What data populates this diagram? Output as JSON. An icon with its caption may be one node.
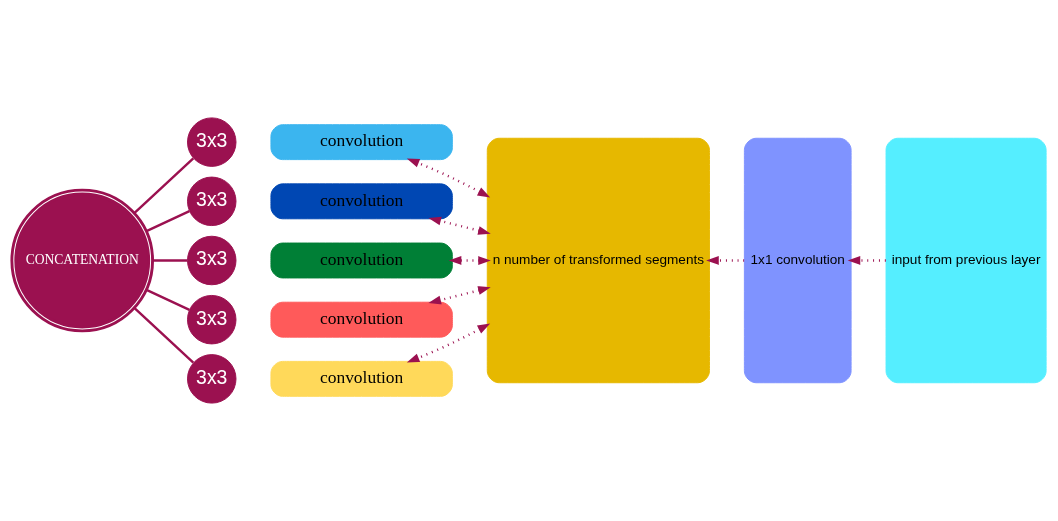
{
  "diagram": {
    "nodes": [
      {
        "text": [
          "CONCATENATION"
        ]
      },
      {
        "text": [
          "3x3"
        ]
      },
      {
        "text": [
          "convolution"
        ]
      },
      {
        "text": [
          "3x3"
        ]
      },
      {
        "text": [
          "convolution"
        ]
      },
      {
        "text": [
          "3x3"
        ]
      },
      {
        "text": [
          "convolution"
        ]
      },
      {
        "text": [
          "3x3"
        ]
      },
      {
        "text": [
          "convolution"
        ]
      },
      {
        "text": [
          "3x3"
        ]
      },
      {
        "text": [
          "convolution"
        ]
      },
      {
        "text": [
          "n number of transformed segments"
        ]
      },
      {
        "text": [
          "1x1 convolution"
        ]
      },
      {
        "text": [
          "input from previous layer"
        ]
      }
    ],
    "edges": [
      {
        "from": 1,
        "to": 0,
        "arrow": "none"
      },
      {
        "from": 3,
        "to": 0,
        "arrow": "none"
      },
      {
        "from": 5,
        "to": 0,
        "arrow": "none"
      },
      {
        "from": 7,
        "to": 0,
        "arrow": "none"
      },
      {
        "from": 9,
        "to": 0,
        "arrow": "none"
      },
      {
        "from": 11,
        "to": 2,
        "arrow": "both",
        "style": "dashed"
      },
      {
        "from": 11,
        "to": 4,
        "arrow": "both",
        "style": "dashed"
      },
      {
        "from": 11,
        "to": 6,
        "arrow": "both",
        "style": "dashed"
      },
      {
        "from": 11,
        "to": 8,
        "arrow": "both",
        "style": "dashed"
      },
      {
        "from": 11,
        "to": 10,
        "arrow": "both",
        "style": "dashed"
      },
      {
        "from": 12,
        "to": 11,
        "arrow": "to",
        "style": "dashed"
      },
      {
        "from": 13,
        "to": 12,
        "arrow": "to",
        "style": "dashed"
      }
    ]
  }
}
